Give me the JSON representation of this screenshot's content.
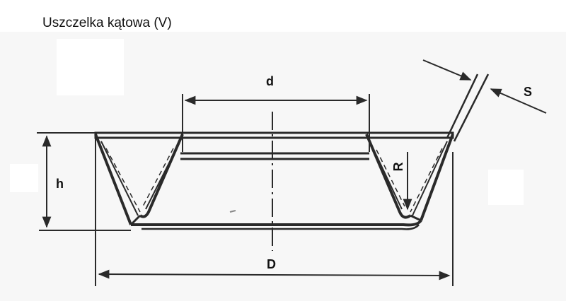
{
  "title": "Uszczelka kątowa (V)",
  "labels": {
    "d": "d",
    "D": "D",
    "h": "h",
    "S": "S",
    "R": "R"
  },
  "colors": {
    "background": "#ffffff",
    "line": "#2a2a2a",
    "paper_tint": "#f6f6f6"
  }
}
